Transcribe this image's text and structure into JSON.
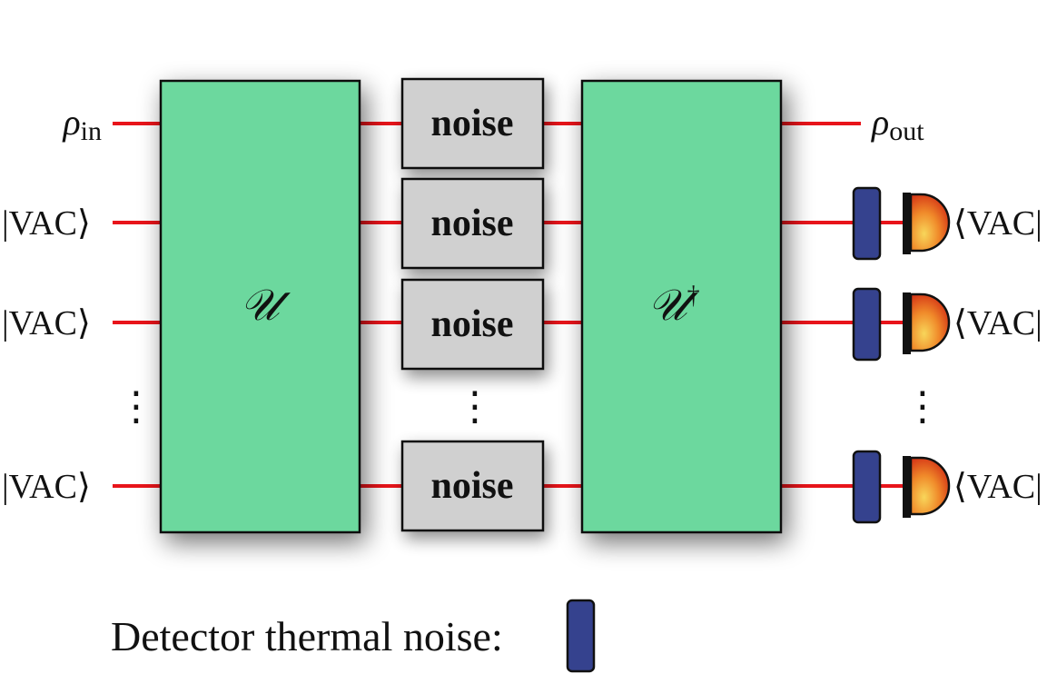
{
  "diagram": {
    "input_labels": {
      "rho_symbol": "ρ",
      "rho_in_sub": "in",
      "vac_ket": "|VAC⟩"
    },
    "output_labels": {
      "rho_symbol": "ρ",
      "rho_out_sub": "out",
      "vac_bra": "⟨VAC|"
    },
    "unitary_label": "𝒰",
    "unitary_dagger_label": "𝒰",
    "dagger_symbol": "†",
    "noise_label": "noise",
    "vertical_ellipsis": "⋮",
    "legend": {
      "text": "Detector thermal noise:"
    },
    "colors": {
      "wire": "#e8141a",
      "unitary_fill": "#6cd89e",
      "noise_fill": "#d0d0d0",
      "detector_noise_fill": "#35428e",
      "detector_gradient_inner": "#f8d65a",
      "detector_gradient_outer": "#cc1a10"
    }
  }
}
